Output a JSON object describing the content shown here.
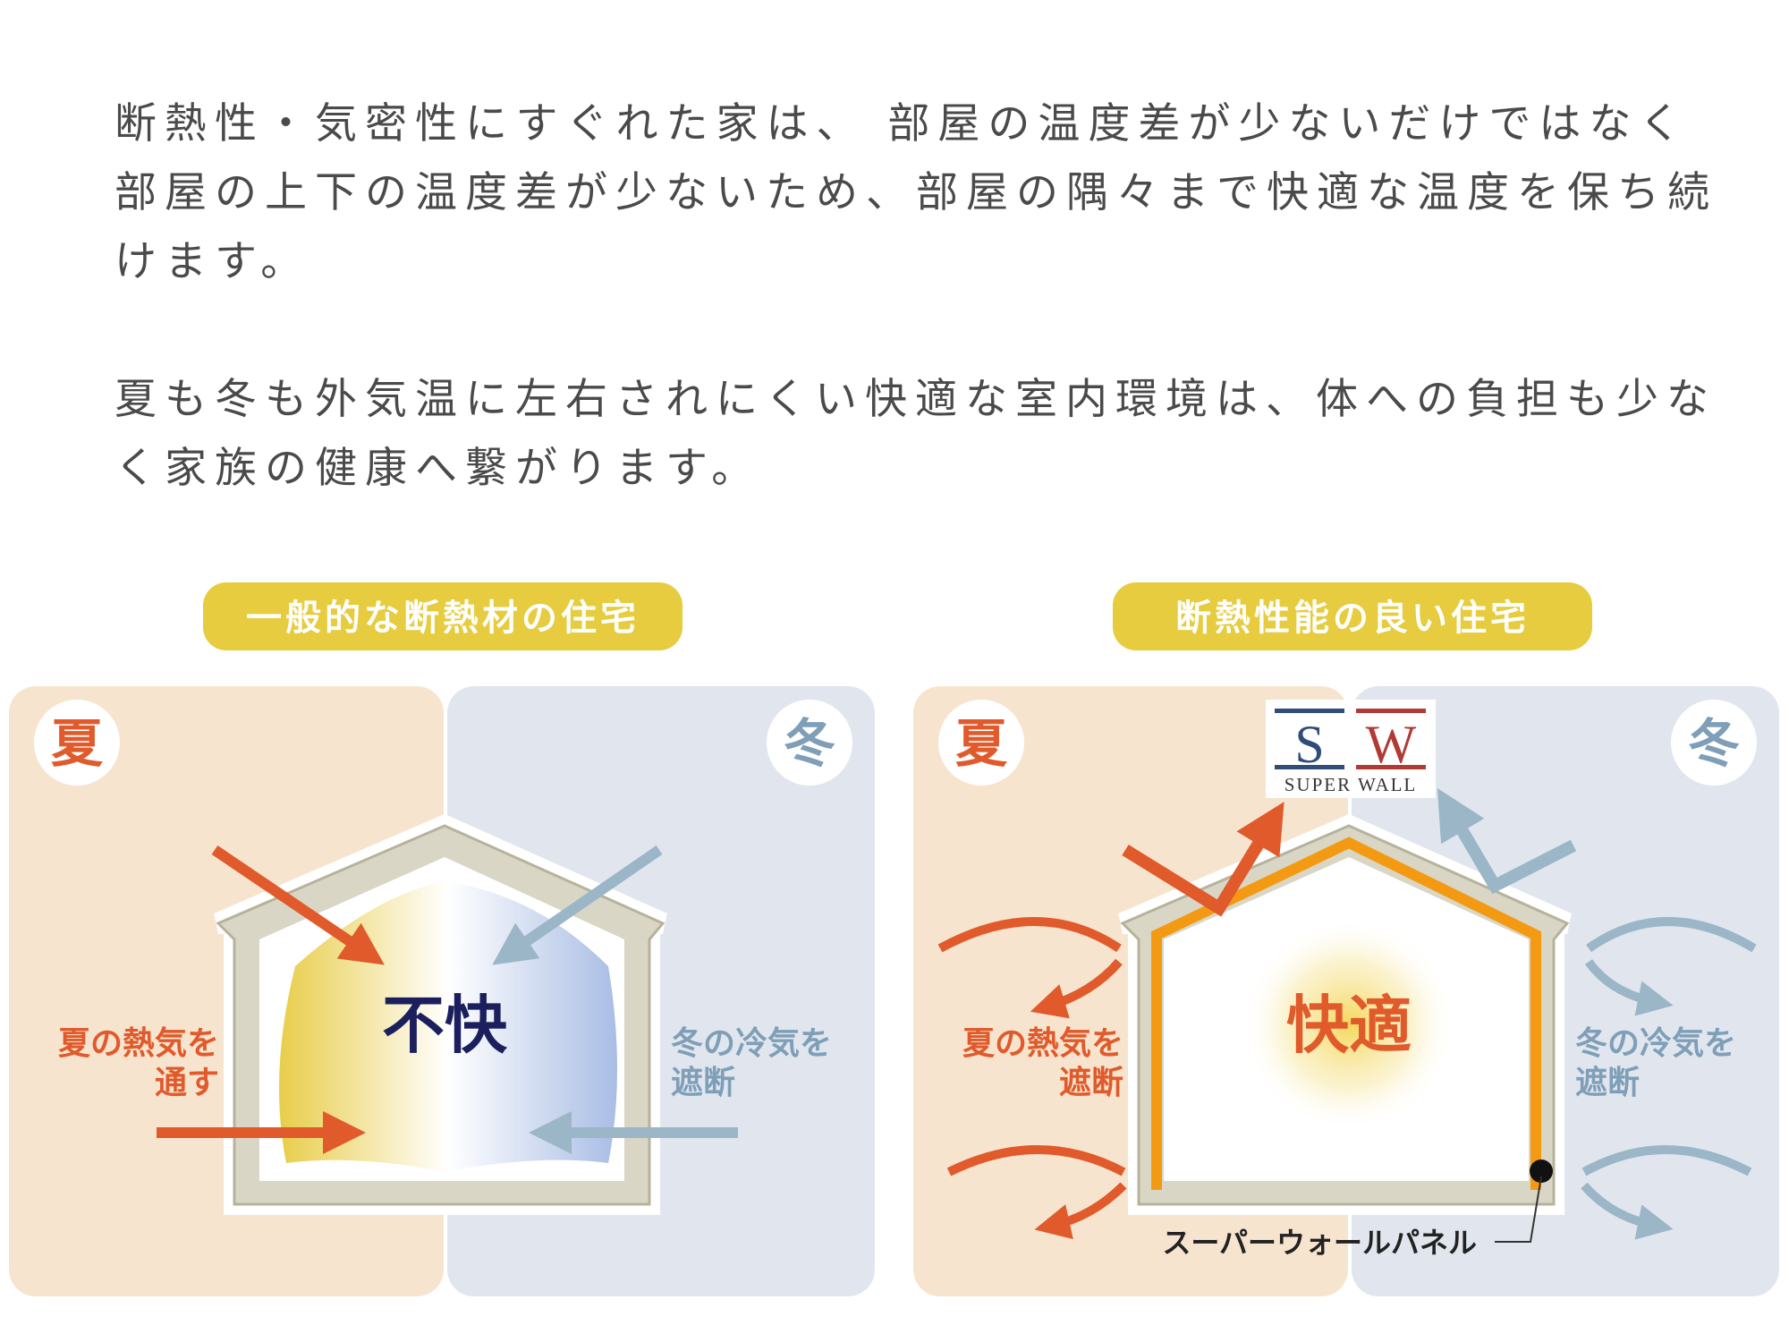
{
  "intro": {
    "paragraph1": "断熱性・気密性にすぐれた家は、 部屋の温度差が少ないだけではなく部屋の上下の温度差が少ないため、部屋の隅々まで快適な温度を保ち続けます。",
    "paragraph2": "夏も冬も外気温に左右されにくい快適な室内環境は、体への負担も少なく家族の健康へ繋がります。"
  },
  "diagram_general": {
    "badge": "一般的な断熱材の住宅",
    "summer": "夏",
    "winter": "冬",
    "center": "不快",
    "summer_label": [
      "夏の熱気を",
      "通す"
    ],
    "winter_label": [
      "冬の冷気を",
      "遮断"
    ]
  },
  "diagram_good": {
    "badge": "断熱性能の良い住宅",
    "summer": "夏",
    "winter": "冬",
    "center": "快適",
    "summer_label": [
      "夏の熱気を",
      "遮断"
    ],
    "winter_label": [
      "冬の冷気を",
      "遮断"
    ],
    "logo": {
      "letters": [
        "S",
        "W"
      ],
      "text": "SUPER WALL"
    },
    "panel_label": "スーパーウォールパネル"
  },
  "colors": {
    "summer": "#e05a2b",
    "winter": "#7f9fb8",
    "badge": "#e6cc3e",
    "summer_bg": "#f7e4cf",
    "winter_bg": "#e1e6ee",
    "insulation": "#f39a12",
    "navy": "#1c1f5e"
  }
}
